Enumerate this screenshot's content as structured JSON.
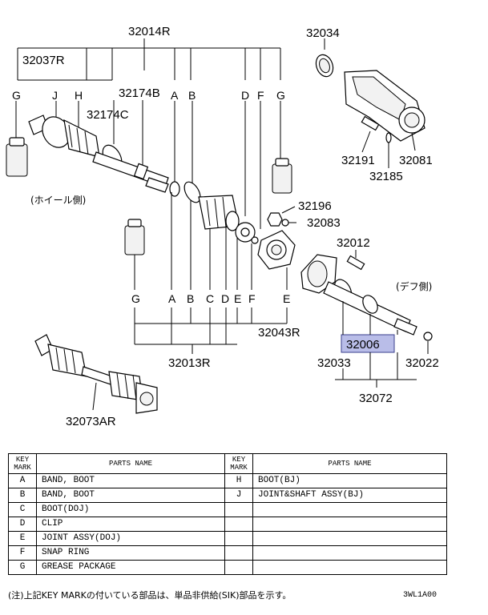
{
  "diagram": {
    "parts": {
      "p32014R": "32014R",
      "p32037R": "32037R",
      "p32174B": "32174B",
      "p32174C": "32174C",
      "p32034": "32034",
      "p32191": "32191",
      "p32081": "32081",
      "p32185": "32185",
      "p32196": "32196",
      "p32083": "32083",
      "p32012": "32012",
      "p32043R": "32043R",
      "p32013R": "32013R",
      "p32006": "32006",
      "p32033": "32033",
      "p32022": "32022",
      "p32072": "32072",
      "p32073AR": "32073AR"
    },
    "wheel_side": "(ホイール側)",
    "diff_side": "(デフ側)",
    "top_keys": [
      "G",
      "J",
      "H",
      "A",
      "B",
      "D",
      "F",
      "G"
    ],
    "bottom_keys": [
      "G",
      "A",
      "B",
      "C",
      "D",
      "E",
      "F",
      "E"
    ]
  },
  "table": {
    "header": {
      "key_mark": "KEY MARK",
      "parts_name": "PARTS NAME"
    },
    "rows": [
      {
        "k1": "A",
        "n1": "BAND, BOOT",
        "k2": "H",
        "n2": "BOOT(BJ)"
      },
      {
        "k1": "B",
        "n1": "BAND, BOOT",
        "k2": "J",
        "n2": "JOINT&SHAFT ASSY(BJ)"
      },
      {
        "k1": "C",
        "n1": "BOOT(DOJ)",
        "k2": "",
        "n2": ""
      },
      {
        "k1": "D",
        "n1": "CLIP",
        "k2": "",
        "n2": ""
      },
      {
        "k1": "E",
        "n1": "JOINT ASSY(DOJ)",
        "k2": "",
        "n2": ""
      },
      {
        "k1": "F",
        "n1": "SNAP RING",
        "k2": "",
        "n2": ""
      },
      {
        "k1": "G",
        "n1": "GREASE PACKAGE",
        "k2": "",
        "n2": ""
      }
    ]
  },
  "footer": {
    "note": "(注)上記KEY MARKの付いている部品は、単品非供給(SIK)部品を示す。",
    "code": "3WL1A00"
  },
  "colors": {
    "highlight": "#b9bde8"
  }
}
